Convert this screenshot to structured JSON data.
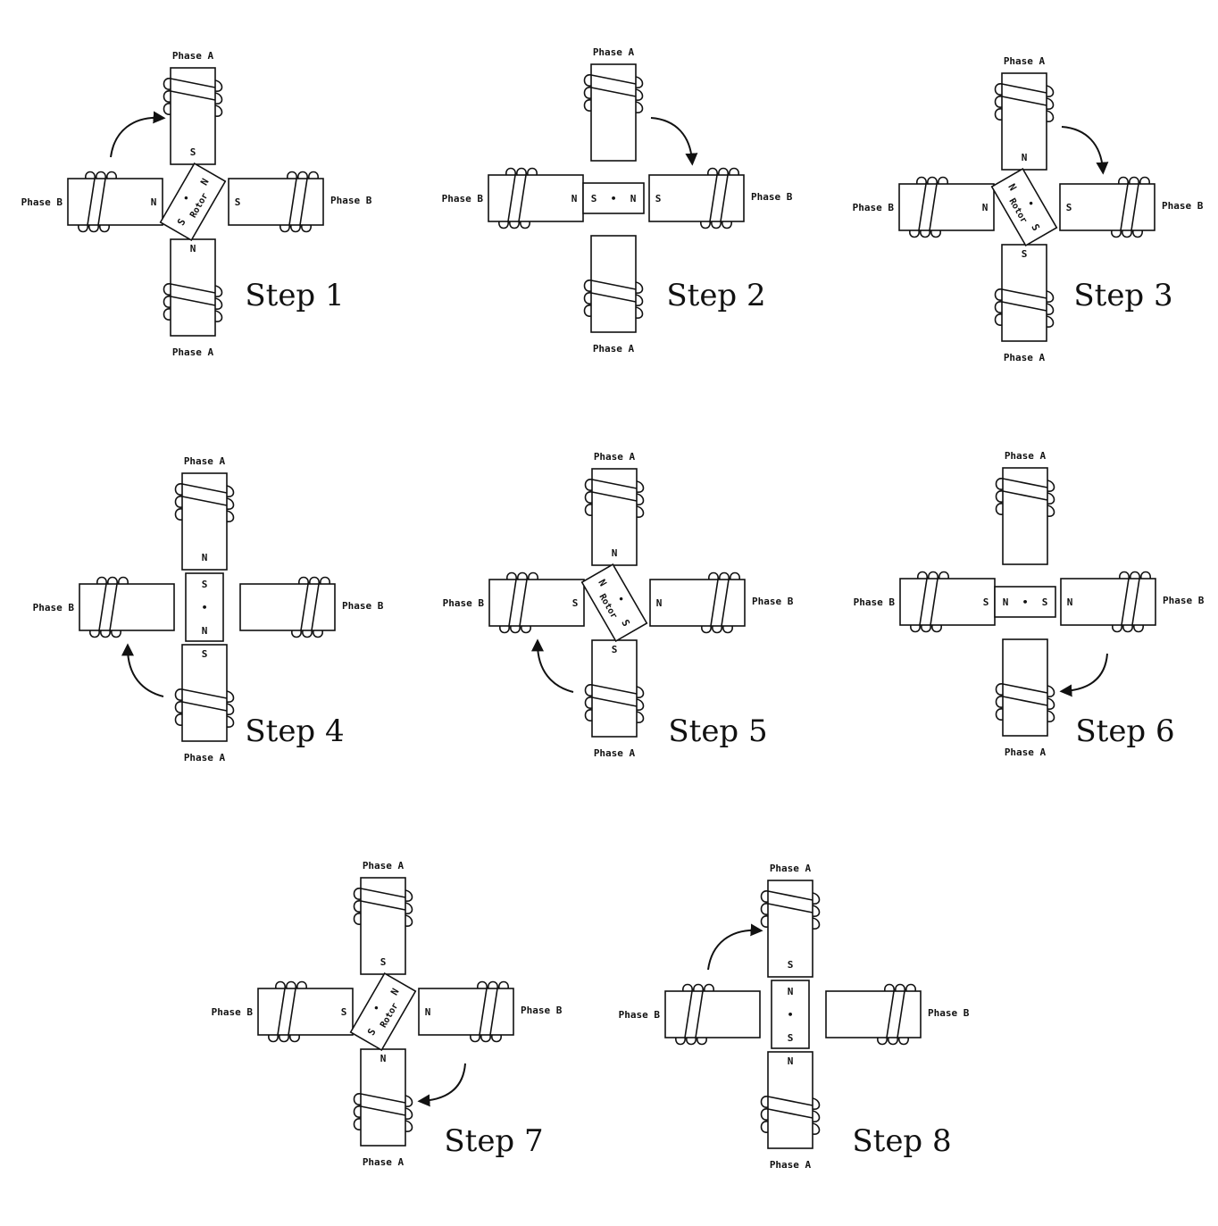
{
  "labels": {
    "phase_a": "Phase A",
    "phase_b": "Phase B",
    "rotor": "Rotor",
    "pole_n": "N",
    "pole_s": "S",
    "dot": "•"
  },
  "steps": [
    {
      "title": "Step 1",
      "rotor": "diagonal",
      "rotor_poles": [
        "N",
        "S"
      ],
      "rotor_text": "Rotor",
      "pole_labels": {
        "top": "S",
        "bottom": "N",
        "left": "N",
        "right": "S"
      },
      "arrow": "top-left-up"
    },
    {
      "title": "Step 2",
      "rotor": "horizontal",
      "rotor_poles": [
        "S",
        "N"
      ],
      "pole_labels": {
        "left": "N",
        "right": "S"
      },
      "arrow": "top-right-down"
    },
    {
      "title": "Step 3",
      "rotor": "diagonal-b",
      "rotor_poles": [
        "S",
        "N"
      ],
      "rotor_text": "Rotor",
      "pole_labels": {
        "top": "N",
        "bottom": "S",
        "left": "N",
        "right": "S"
      },
      "arrow": "top-right-down"
    },
    {
      "title": "Step 4",
      "rotor": "vertical",
      "rotor_poles": [
        "S",
        "N"
      ],
      "pole_labels": {
        "top": "N",
        "bottom": "S"
      },
      "arrow": "bottom-left-up"
    },
    {
      "title": "Step 5",
      "rotor": "diagonal-b",
      "rotor_poles": [
        "S",
        "N"
      ],
      "rotor_text": "Rotor",
      "pole_labels": {
        "top": "N",
        "bottom": "S",
        "left": "S",
        "right": "N"
      },
      "arrow": "bottom-left-up"
    },
    {
      "title": "Step 6",
      "rotor": "horizontal",
      "rotor_poles": [
        "N",
        "S"
      ],
      "pole_labels": {
        "left": "S",
        "right": "N"
      },
      "arrow": "bottom-right-left"
    },
    {
      "title": "Step 7",
      "rotor": "diagonal",
      "rotor_poles": [
        "N",
        "S"
      ],
      "rotor_text": "Rotor",
      "pole_labels": {
        "top": "S",
        "bottom": "N",
        "left": "S",
        "right": "N"
      },
      "arrow": "bottom-right-left"
    },
    {
      "title": "Step 8",
      "rotor": "vertical",
      "rotor_poles": [
        "N",
        "S"
      ],
      "pole_labels": {
        "top": "S",
        "bottom": "N"
      },
      "arrow": "top-left-up"
    }
  ]
}
